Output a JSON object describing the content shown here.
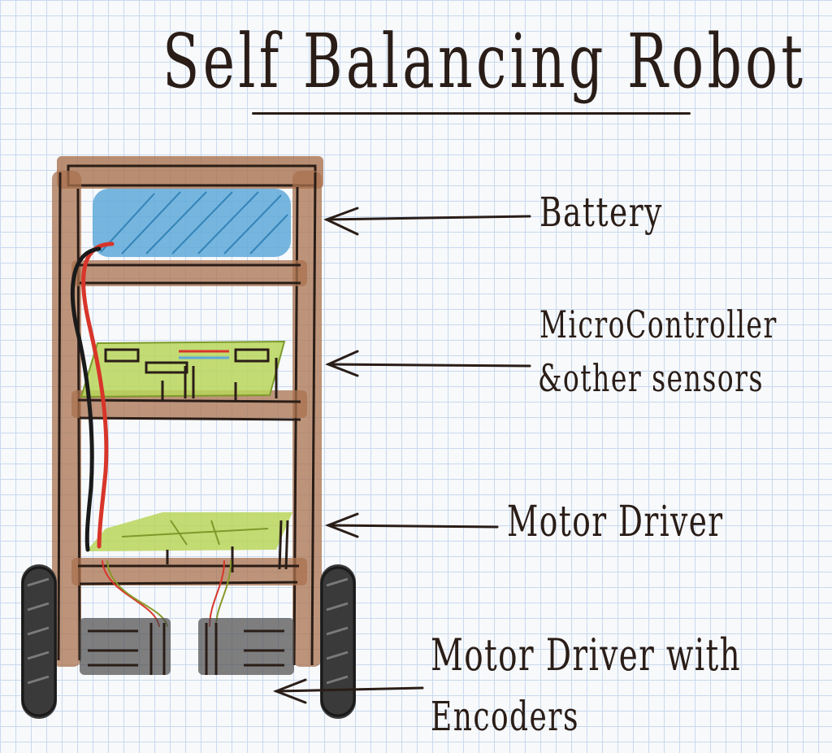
{
  "title": "Self Balancing Robot",
  "labels": {
    "battery": "Battery",
    "microcontroller_line1": "MicroController",
    "microcontroller_line2": "&other sensors",
    "motor_driver": "Motor Driver",
    "motors_line1": "Motor Driver with",
    "motors_line2": "Encoders"
  },
  "colors": {
    "ink": "#2a1d17",
    "wood": "#a9724f",
    "battery": "#5fa9d8",
    "pcb": "#b8d65a",
    "wire_red": "#d8352a",
    "wire_black": "#1a1a1a",
    "motor": "#4a4a4a",
    "grid": "#c9d9ee"
  }
}
